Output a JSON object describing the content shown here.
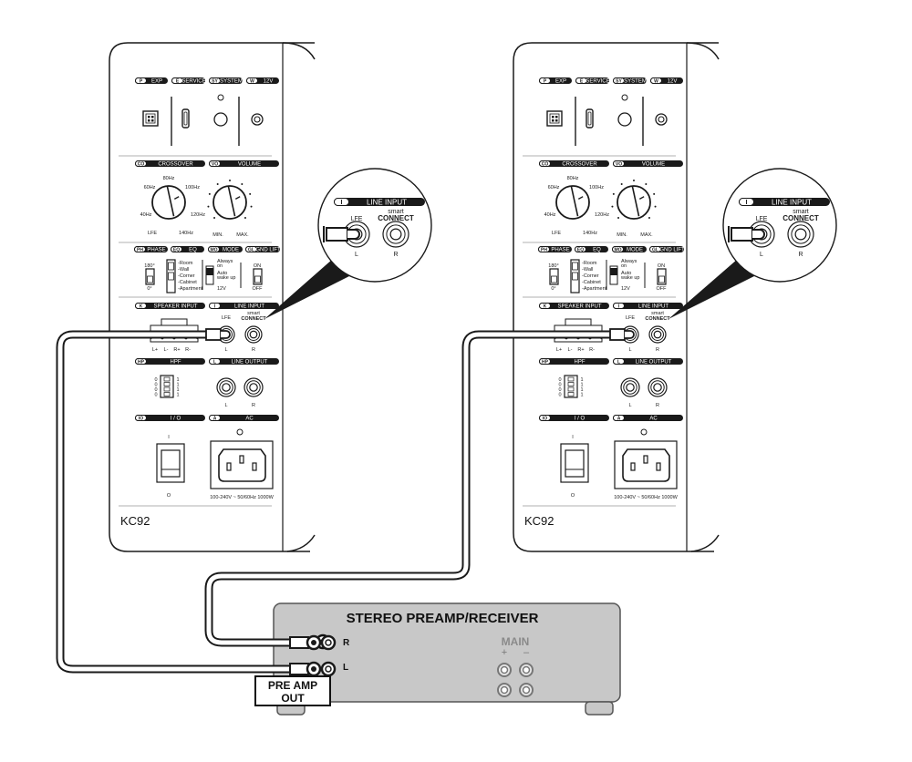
{
  "diagram": {
    "title": "KC92 subwoofer pair connected via line input to stereo preamp/receiver",
    "colors": {
      "line": "#1a1a1a",
      "receiver_body": "#c8c8c8",
      "receiver_border": "#555555",
      "main_label": "#8a8a8a",
      "background": "#ffffff"
    },
    "subwoofers": [
      {
        "model": "KC92",
        "top_labels": [
          {
            "code": "P",
            "name": "EXP"
          },
          {
            "code": "E",
            "name": "SERVICE"
          },
          {
            "code": "SY",
            "name": "SYSTEM"
          },
          {
            "code": "W",
            "name": "12V"
          }
        ],
        "crossover": {
          "code": "CO",
          "name": "CROSSOVER",
          "ticks": [
            "40Hz",
            "60Hz",
            "80Hz",
            "100Hz",
            "120Hz",
            "140Hz",
            "LFE"
          ]
        },
        "volume": {
          "code": "VO",
          "name": "VOLUME",
          "min": "MIN.",
          "max": "MAX."
        },
        "phase": {
          "code": "PH",
          "name": "PHASE",
          "top": "180°",
          "bottom": "0°"
        },
        "eq": {
          "code": "EQ",
          "name": "EQ",
          "options": [
            "Room",
            "Wall",
            "Corner",
            "Cabinet",
            "Apartment"
          ]
        },
        "mode": {
          "code": "MO",
          "name": "MODE",
          "options": [
            "Always on",
            "Auto wake up",
            "12V"
          ]
        },
        "gnd_lift": {
          "code": "GL",
          "name": "GND LIFT",
          "on": "ON",
          "off": "OFF"
        },
        "speaker_input": {
          "code": "K",
          "name": "SPEAKER INPUT",
          "terminals": [
            "L+",
            "L-",
            "R+",
            "R-"
          ]
        },
        "line_input": {
          "code": "I",
          "name": "LINE INPUT",
          "lfe": "LFE",
          "left": "L",
          "right": "R",
          "smart": "smart",
          "connect": "CONNECT"
        },
        "hpf": {
          "code": "HP",
          "name": "HPF",
          "off": "0",
          "on": "1"
        },
        "line_output": {
          "code": "L",
          "name": "LINE OUTPUT",
          "left": "L",
          "right": "R"
        },
        "io": {
          "code": "IO",
          "name": "I / O",
          "on": "I",
          "off": "O"
        },
        "ac": {
          "code": "A",
          "name": "AC",
          "rating": "100-240V ~ 50/60Hz 1000W"
        }
      }
    ],
    "callout": {
      "code": "I",
      "title": "LINE INPUT",
      "lfe": "LFE",
      "left": "L",
      "right": "R",
      "smart": "smart",
      "connect": "CONNECT"
    },
    "receiver": {
      "title": "STEREO PREAMP/RECEIVER",
      "out_r": "R",
      "out_l": "L",
      "preamp_label_1": "PRE AMP",
      "preamp_label_2": "OUT",
      "main_label": "MAIN",
      "plus": "+",
      "minus": "–"
    }
  }
}
